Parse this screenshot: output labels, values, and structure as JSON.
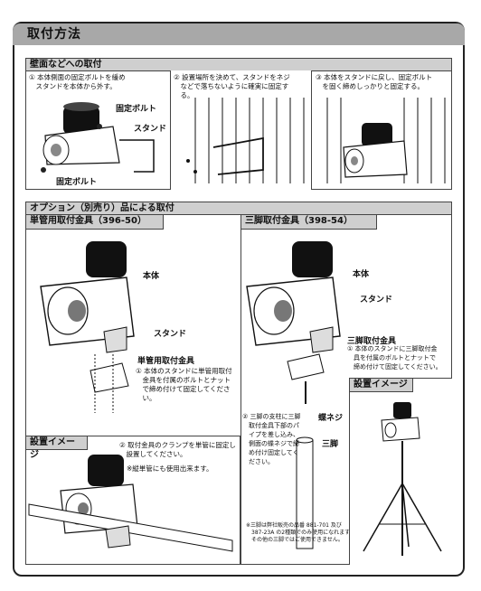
{
  "title": "取付方法",
  "wall": {
    "header": "壁面などへの取付",
    "step1": "① 本体側面の固定ボルトを緩め\n　スタンドを本体から外す。",
    "step2": "② 設置場所を決めて、スタンドをネジ\n　などで落ちないように確実に固定す\n　る。",
    "step3": "③ 本体をスタンドに戻し、固定ボルト\n　を固く締めしっかりと固定する。",
    "label_bolt_top": "固定ボルト",
    "label_stand": "スタンド",
    "label_bolt_bottom": "固定ボルト"
  },
  "option": {
    "header": "オプション（別売り）品による取付",
    "single": {
      "title": "単管用取付金具（396-50）",
      "label_body": "本体",
      "label_stand": "スタンド",
      "label_bracket": "単管用取付金具",
      "step1": "① 本体のスタンドに単管用取付\n　金具を付属のボルトとナット\n　で締め付けて固定してくださ\n　い。",
      "install_title": "設置イメージ",
      "step2": "② 取付金具のクランプを単管に固定し\n　設置してください。",
      "note": "※縦単管にも使用出来ます。"
    },
    "tripod": {
      "title": "三脚取付金具（398-54）",
      "label_body": "本体",
      "label_stand": "スタンド",
      "label_bracket": "三脚取付金具",
      "step1": "① 本体のスタンドに三脚取付金\n　具を付属のボルトとナットで\n　締め付けて固定してください。",
      "install_title": "設置イメージ",
      "step2": "② 三脚の支柱に三脚\n　取付金具下部のパ\n　イプを差し込み、\n　側面の蝶ネジで締\n　め付け固定してく\n　ださい。",
      "label_wingscrew": "蝶ネジ",
      "label_tripod": "三脚",
      "note": "※三脚は弊社販売の品番 881-701 及び\n　387-23A の2種類でのみ使用になれます。\n　その他の三脚ではご使用できません。"
    }
  }
}
